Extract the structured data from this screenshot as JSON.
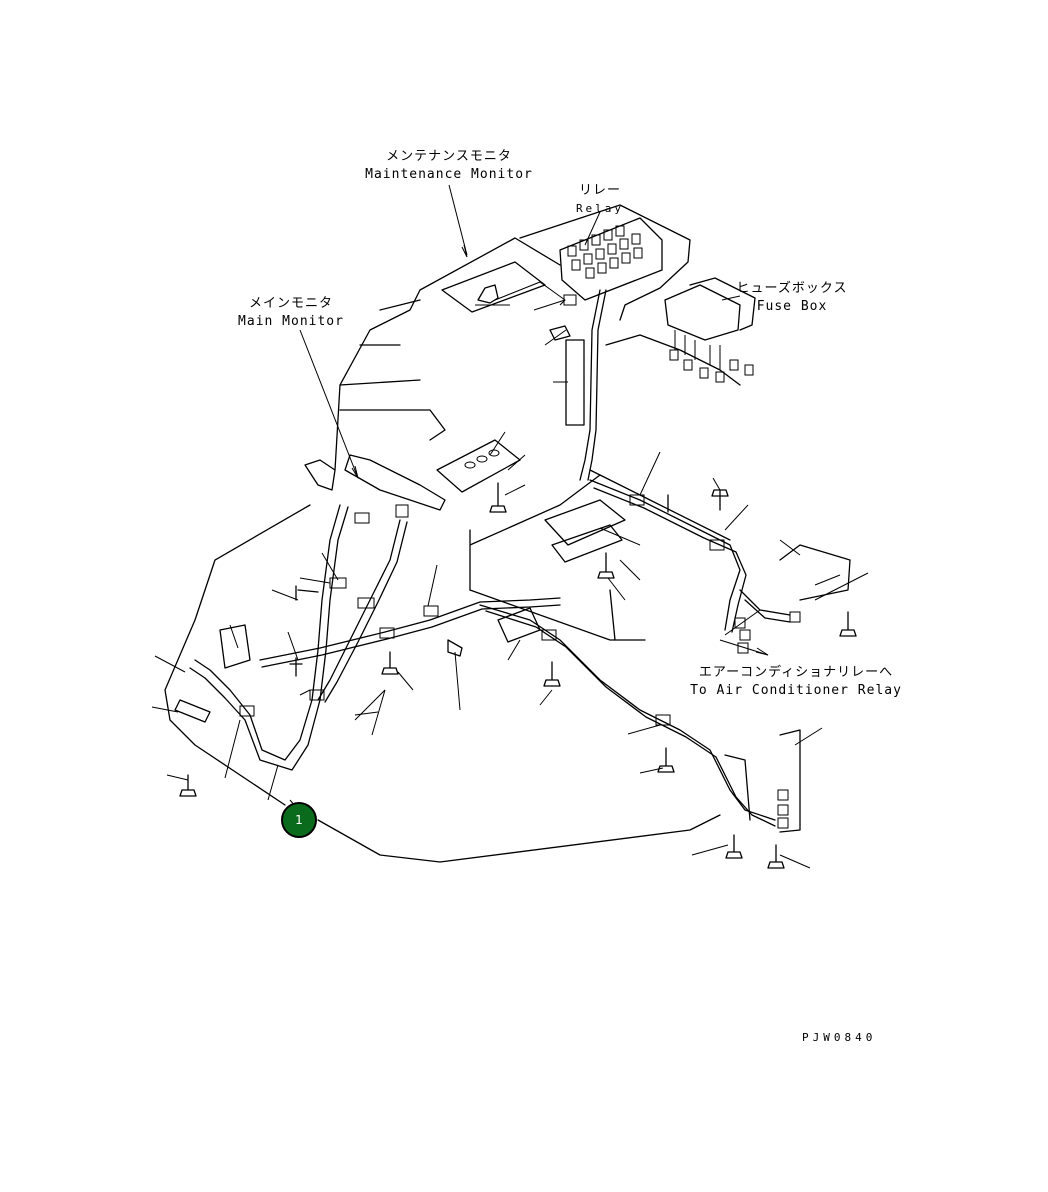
{
  "labels": {
    "maintenance_monitor_jp": "メンテナンスモニタ",
    "maintenance_monitor_en": "Maintenance Monitor",
    "relay_jp": "リレー",
    "relay_en": "Relay",
    "fuse_box_jp": "ヒューズボックス",
    "fuse_box_en": "Fuse Box",
    "main_monitor_jp": "メインモニタ",
    "main_monitor_en": "Main Monitor",
    "air_conditioner_relay_jp": "エアーコンディショナリレーへ",
    "air_conditioner_relay_en": "To Air Conditioner Relay"
  },
  "callout": {
    "number": "1",
    "color": "#0b6b1c"
  },
  "drawing_code": "PJW0840"
}
